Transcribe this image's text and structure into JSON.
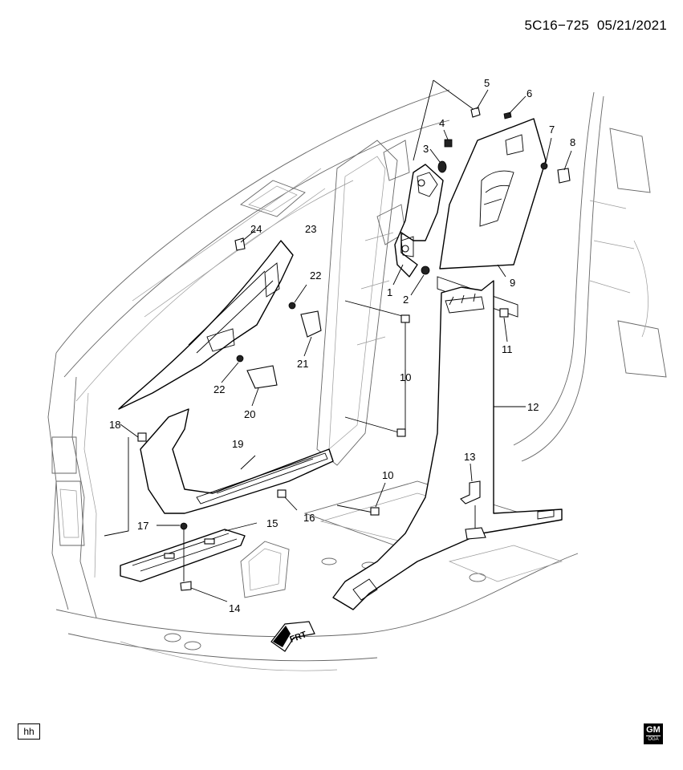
{
  "header": {
    "doc_code": "5C16−725",
    "date": "05/21/2021"
  },
  "footer": {
    "hh_label": "hh",
    "gm_logo_text": "GM",
    "gm_logo_sub": "OGA"
  },
  "frt_label": "FRT",
  "callouts": [
    "1",
    "2",
    "3",
    "4",
    "5",
    "6",
    "7",
    "8",
    "9",
    "10",
    "10",
    "11",
    "12",
    "13",
    "14",
    "15",
    "16",
    "17",
    "18",
    "19",
    "20",
    "21",
    "22",
    "22",
    "23",
    "24"
  ]
}
